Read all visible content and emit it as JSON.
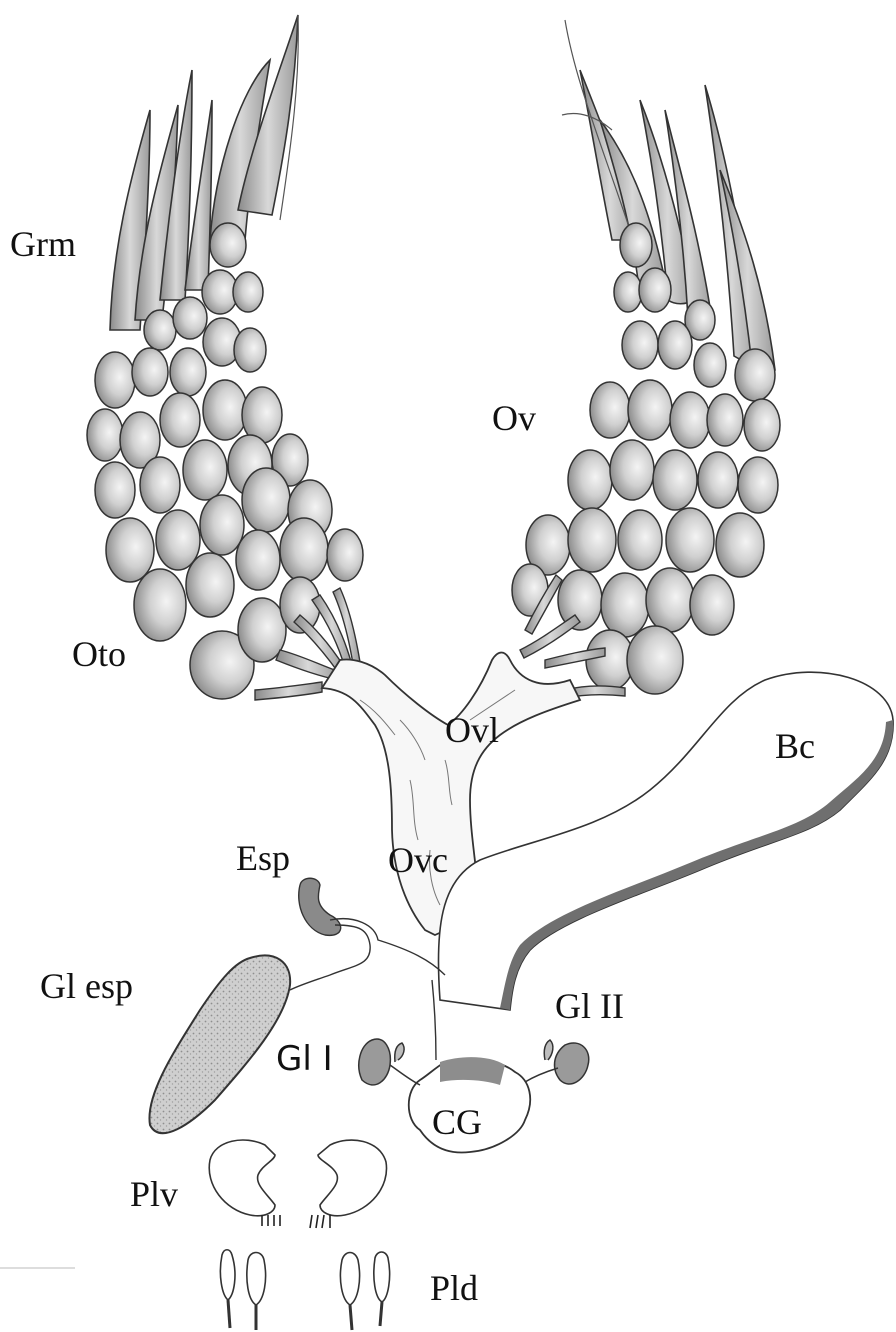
{
  "labels": {
    "grm": "Grm",
    "ov": "Ov",
    "oto": "Oto",
    "ovl": "Ovl",
    "bc": "Bc",
    "esp": "Esp",
    "ovc": "Ovc",
    "gl_esp": "Gl esp",
    "gl_ii": "Gl II",
    "gl_i": "Gl I",
    "cg": "CG",
    "plv": "Plv",
    "pld": "Pld"
  },
  "colors": {
    "ink": "#222222",
    "egg_fill": "#9a9a9a",
    "egg_highlight": "#ececec",
    "duct_fill": "#f6f6f6",
    "stipple": "#b5b5b5"
  }
}
